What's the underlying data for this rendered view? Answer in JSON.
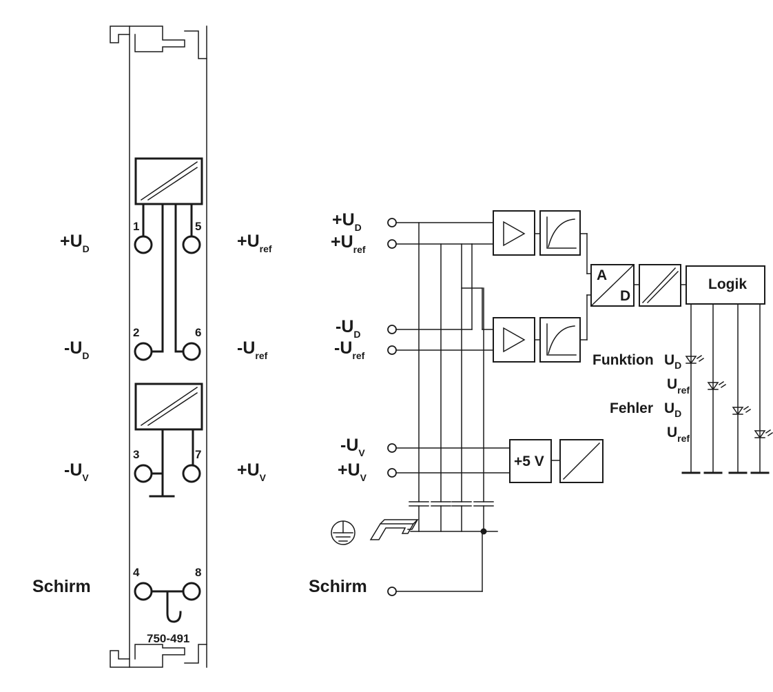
{
  "module": {
    "part_number": "750-491",
    "left_labels": {
      "ud_plus": {
        "main": "+U",
        "sub": "D"
      },
      "uref_plus": {
        "main": "+U",
        "sub": "ref"
      },
      "ud_minus": {
        "main": "-U",
        "sub": "D"
      },
      "uref_minus": {
        "main": "-U",
        "sub": "ref"
      },
      "uv_minus": {
        "main": "-U",
        "sub": "V"
      },
      "uv_plus": {
        "main": "+U",
        "sub": "V"
      },
      "schirm": "Schirm"
    },
    "terminal_numbers": [
      "1",
      "2",
      "3",
      "4",
      "5",
      "6",
      "7",
      "8"
    ]
  },
  "schematic": {
    "inputs": {
      "ud_plus": {
        "main": "+U",
        "sub": "D"
      },
      "uref_plus": {
        "main": "+U",
        "sub": "ref"
      },
      "ud_minus": {
        "main": "-U",
        "sub": "D"
      },
      "uref_minus": {
        "main": "-U",
        "sub": "ref"
      },
      "uv_minus": {
        "main": "-U",
        "sub": "V"
      },
      "uv_plus": {
        "main": "+U",
        "sub": "V"
      },
      "schirm": "Schirm"
    },
    "adc": {
      "a": "A",
      "d": "D"
    },
    "supply": "+5 V",
    "logic": "Logik",
    "leds": {
      "funktion": "Funktion",
      "fehler": "Fehler",
      "u": "U",
      "sub_d": "D",
      "sub_ref": "ref"
    }
  }
}
